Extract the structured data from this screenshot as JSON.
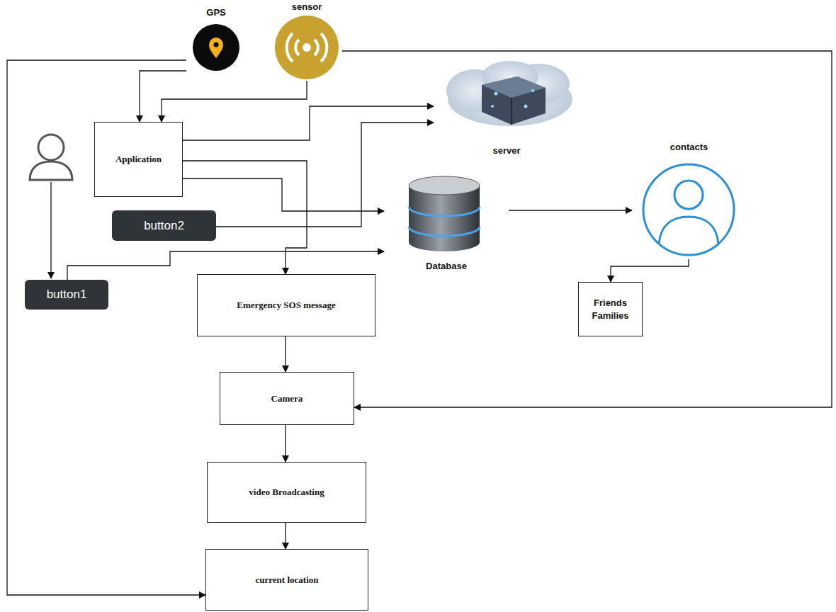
{
  "diagram": {
    "nodes": [
      {
        "text": [
          "GPS"
        ]
      },
      {
        "text": [
          "sensor"
        ]
      },
      {
        "text": [
          "Application"
        ]
      },
      {
        "text": [
          "server"
        ]
      },
      {
        "text": [
          "contacts"
        ]
      },
      {
        "text": [
          "button2"
        ]
      },
      {
        "text": [
          "Database"
        ]
      },
      {
        "text": [
          "button1"
        ]
      },
      {
        "text": [
          "Emergency SOS message"
        ]
      },
      {
        "text": [
          "Friends Families"
        ]
      },
      {
        "text": [
          "Camera"
        ]
      },
      {
        "text": [
          "video Broadcasting"
        ]
      },
      {
        "text": [
          "current location"
        ]
      }
    ],
    "edges": [
      {
        "from": 0,
        "to": 2,
        "arrow": "to"
      },
      {
        "from": 0,
        "to": 12,
        "arrow": "to"
      },
      {
        "from": 1,
        "to": 2,
        "arrow": "to"
      },
      {
        "from": 1,
        "to": 10,
        "arrow": "to"
      },
      {
        "from": 2,
        "to": 3,
        "arrow": "to"
      },
      {
        "from": 2,
        "to": 6,
        "arrow": "to"
      },
      {
        "from": 2,
        "to": 8,
        "arrow": "to"
      },
      {
        "from": 5,
        "to": 3,
        "arrow": "to"
      },
      {
        "from": 7,
        "to": 6,
        "arrow": "to"
      },
      {
        "from": 6,
        "to": 4,
        "arrow": "to"
      },
      {
        "from": 4,
        "to": 9,
        "arrow": "to"
      },
      {
        "from": 8,
        "to": 10,
        "arrow": "to"
      },
      {
        "from": 10,
        "to": 11,
        "arrow": "to"
      },
      {
        "from": 11,
        "to": 12,
        "arrow": "to"
      }
    ]
  }
}
